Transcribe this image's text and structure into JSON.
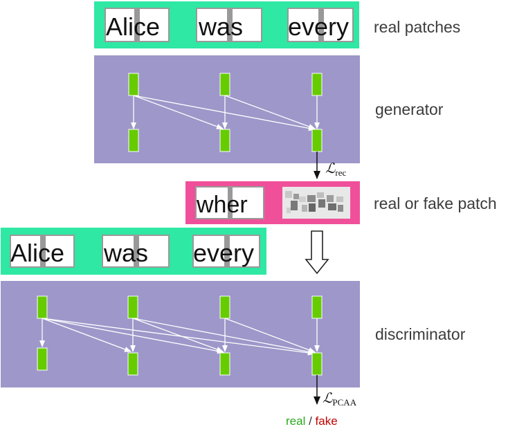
{
  "labels": {
    "real_patches": "real patches",
    "generator": "generator",
    "real_or_fake_patch": "real or fake patch",
    "discriminator": "discriminator"
  },
  "top_patches": [
    "Alice",
    "was",
    "every"
  ],
  "middle_patch": "wher",
  "bottom_patches": [
    "Alice",
    "was",
    "every"
  ],
  "loss_rec": {
    "symbol": "ℒ",
    "sub": "rec"
  },
  "loss_pcaa": {
    "symbol": "ℒ",
    "sub": "PCAA"
  },
  "legend": {
    "real": "real",
    "sep": " / ",
    "fake": "fake"
  },
  "colors": {
    "mint": "#2ee8a4",
    "purple": "#9e97c9",
    "pink": "#f0509a",
    "node": "#66cc00",
    "real": "#2aa81a",
    "fake": "#c00000"
  }
}
